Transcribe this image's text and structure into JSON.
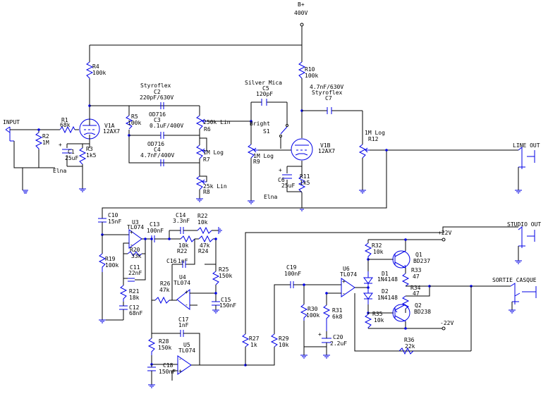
{
  "supply": {
    "b_plus": "B+",
    "voltage": "400V",
    "pos_rail": "+22V",
    "neg_rail": "-22V"
  },
  "io": {
    "input": "INPUT",
    "line_out": "LINE OUT",
    "studio_out": "STUDIO OUT",
    "headphone_out": "SORTIE CASQUE"
  },
  "tubes": [
    {
      "ref": "V1A",
      "type": "12AX7"
    },
    {
      "ref": "V1B",
      "type": "12AX7"
    }
  ],
  "switch": {
    "label": "Bright",
    "ref": "S1"
  },
  "labels": {
    "styroflex1": "Styroflex",
    "c2": "C2",
    "c2v": "220pF/630V",
    "od716a": "OD716",
    "c3": "C3",
    "c3v": "0.1uF/400V",
    "od716b": "OD716",
    "c4": "C4",
    "c4v": "4.7nF/400V",
    "r1": "R1",
    "r1v": "68k",
    "r2": "R2",
    "r2v": "1M",
    "c1": "C1",
    "c1v": "25uF",
    "elna1": "Elna",
    "r3": "R3",
    "r3v": "1k5",
    "r4": "R4",
    "r4v": "100k",
    "r5": "R5",
    "r5v": "100k",
    "r6v": "250k Lin",
    "r6": "R6",
    "r7v": "1M Log",
    "r7": "R7",
    "r8v": "25k Lin",
    "r8": "R8",
    "silver": "Silver Mica",
    "c5": "C5",
    "c5v": "120pF",
    "r9v": "1M Log",
    "r9": "R9",
    "c6": "C6",
    "c6v": "25uF",
    "elna2": "Elna",
    "r11": "R11",
    "r11v": "1k5",
    "r10": "R10",
    "r10v": "100k",
    "c7v": "4.7nF/630V",
    "styroflex2": "Styroflex",
    "c7": "C7",
    "r12v": "1M Log",
    "r12": "R12",
    "c10": "C10",
    "c10v": "15nF",
    "u3": "U3",
    "u3v": "TL074",
    "r19": "R19",
    "r19v": "100k",
    "r20": "R20",
    "r20v": "33k",
    "c11": "C11",
    "c11v": "22nF",
    "r21": "R21",
    "r21v": "18k",
    "c12": "C12",
    "c12v": "68nF",
    "c13": "C13",
    "c13v": "100nF",
    "c14": "C14",
    "c14v": "3.3nF",
    "r22a": "R22",
    "r22av": "10k",
    "r22b": "10k",
    "r22bl": "R22",
    "r24v": "47k",
    "r24": "R24",
    "c16": "C16",
    "c16v": "1nF",
    "r25": "R25",
    "r25v": "150k",
    "u4": "U4",
    "u4v": "TL074",
    "r26": "R26",
    "r26v": "47k",
    "c15": "C15",
    "c15v": "150nF",
    "c17": "C17",
    "c17v": "1nF",
    "r28": "R28",
    "r28v": "150k",
    "u5": "U5",
    "u5v": "TL074",
    "c18": "C18",
    "c18v": "150nF",
    "r27": "R27",
    "r27v": "1k",
    "r29": "R29",
    "r29v": "10k",
    "c19": "C19",
    "c19v": "100nF",
    "u6": "U6",
    "u6v": "TL074",
    "r30": "R30",
    "r30v": "100k",
    "r31": "R31",
    "r31v": "6k8",
    "c20": "C20",
    "c20v": "2.2uF",
    "r32": "R32",
    "r32v": "10k",
    "d1": "D1",
    "d1v": "1N4148",
    "d2": "D2",
    "d2v": "1N4148",
    "q1": "Q1",
    "q1v": "BD237",
    "r33": "R33",
    "r33v": "47",
    "r34": "R34",
    "r34v": "47",
    "q2": "Q2",
    "q2v": "BD238",
    "r35": "R35",
    "r35v": "10k",
    "r36": "R36",
    "r36v": "22k"
  },
  "colors": {
    "wire": "#000000",
    "component": "#0000e6",
    "background": "#ffffff"
  }
}
